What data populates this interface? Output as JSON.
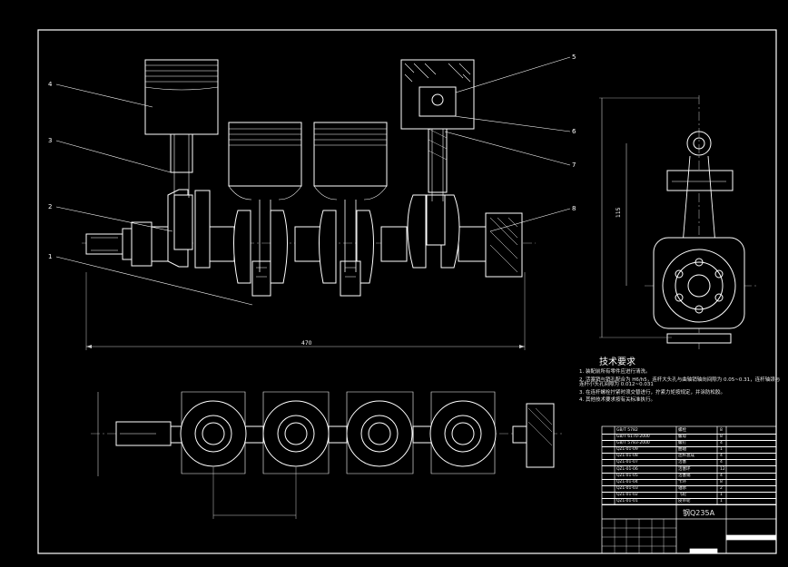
{
  "colors": {
    "background": "#000000",
    "lines": "#ffffff",
    "dimension": "#cccccc"
  },
  "front_view": {
    "callouts": [
      "1",
      "2",
      "3",
      "4",
      "5",
      "6",
      "7",
      "8"
    ],
    "overall_dimension": "470"
  },
  "side_view": {
    "height_dimension": "115"
  },
  "technical_requirements": {
    "title": "技术要求",
    "items": [
      "1. 装配前所有零件应进行清洗。",
      "2. 活塞销与销孔配合为 H6/h5，连杆大头孔与曲轴销轴向间隙为 0.05~0.31，连杆轴颈与连杆小头孔间隙为 0.012~0.031",
      "3. 在连杆螺栓拧紧时须交替进行，拧紧力矩按规定，并涂防松胶。",
      "4. 其他技术要求按有关标准执行。"
    ]
  },
  "title_block": {
    "material": "钢Q235A",
    "parts": [
      [
        "GB/T 5782",
        "螺栓",
        "8",
        ""
      ],
      [
        "GB/T 6170-2000",
        "螺母",
        "8",
        ""
      ],
      [
        "GB/T 5783-2000",
        "螺钉",
        "4",
        ""
      ],
      [
        "QZL-01-09",
        "曲轴",
        "1",
        ""
      ],
      [
        "QZL-01-08",
        "连杆总成",
        "4",
        ""
      ],
      [
        "QZL-01-07",
        "活塞",
        "4",
        ""
      ],
      [
        "QZL-01-06",
        "活塞环",
        "12",
        ""
      ],
      [
        "QZL-01-05",
        "活塞销",
        "4",
        ""
      ],
      [
        "QZL-01-04",
        "卡环",
        "8",
        ""
      ],
      [
        "QZL-01-03",
        "轴承",
        "2",
        ""
      ],
      [
        "QZL-01-02",
        "飞轮",
        "1",
        ""
      ],
      [
        "QZL-01-01",
        "皮带轮",
        "1",
        ""
      ]
    ]
  }
}
